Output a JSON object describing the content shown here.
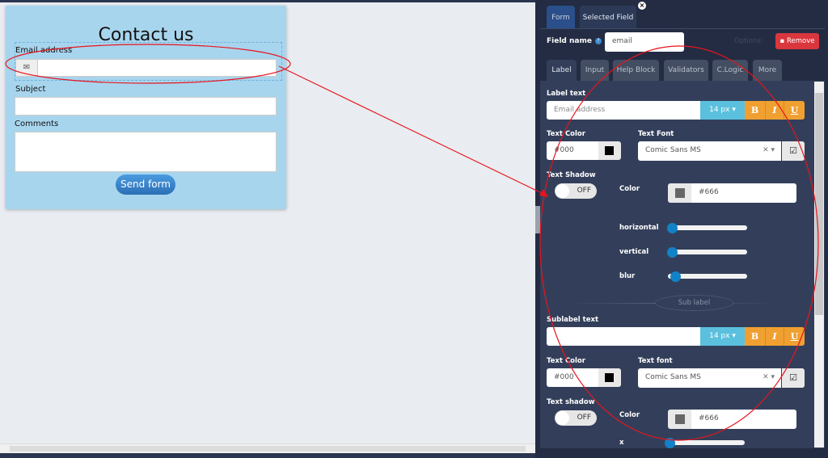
{
  "form": {
    "title": "Contact us",
    "fields": [
      {
        "label": "Email address",
        "icon": "envelope-icon"
      },
      {
        "label": "Subject"
      },
      {
        "label": "Comments"
      }
    ],
    "submit": "Send form"
  },
  "panel": {
    "tabs": [
      "Form",
      "Selected Field"
    ],
    "field_name_label": "Field name",
    "field_name_value": "email",
    "options_label": "Options:",
    "remove_label": "Remove",
    "prop_tabs": [
      "Label",
      "Input",
      "Help Block",
      "Validators",
      "C.Logic",
      "More"
    ],
    "label_text": {
      "heading": "Label text",
      "value": "Email address",
      "size": "14 px",
      "bold": "B",
      "italic": "I",
      "underline": "U"
    },
    "text_color": {
      "heading": "Text Color",
      "value": "#000"
    },
    "text_font": {
      "heading": "Text Font",
      "value": "Comic Sans MS"
    },
    "text_shadow": {
      "heading": "Text Shadow",
      "toggle": "OFF",
      "color_label": "Color",
      "color_value": "#666",
      "sliders": [
        {
          "label": "horizontal",
          "value": 0
        },
        {
          "label": "vertical",
          "value": 0
        },
        {
          "label": "blur",
          "value": 0.1
        }
      ]
    },
    "sub_label_divider": "Sub label",
    "sublabel_text": {
      "heading": "Sublabel text",
      "value": "",
      "size": "14 px",
      "bold": "B",
      "italic": "I",
      "underline": "U"
    },
    "sub_text_color": {
      "heading": "Text Color",
      "value": "#000"
    },
    "sub_text_font": {
      "heading": "Text font",
      "value": "Comic Sans MS"
    },
    "sub_text_shadow": {
      "heading": "Text shadow",
      "toggle": "OFF",
      "color_label": "Color",
      "color_value": "#666",
      "slider_x_label": "x"
    }
  },
  "colors": {
    "accent": "#1282c8",
    "remove": "#d9363e",
    "orange": "#f0a030",
    "size": "#5bc0de",
    "annotation": "#e8141e"
  }
}
